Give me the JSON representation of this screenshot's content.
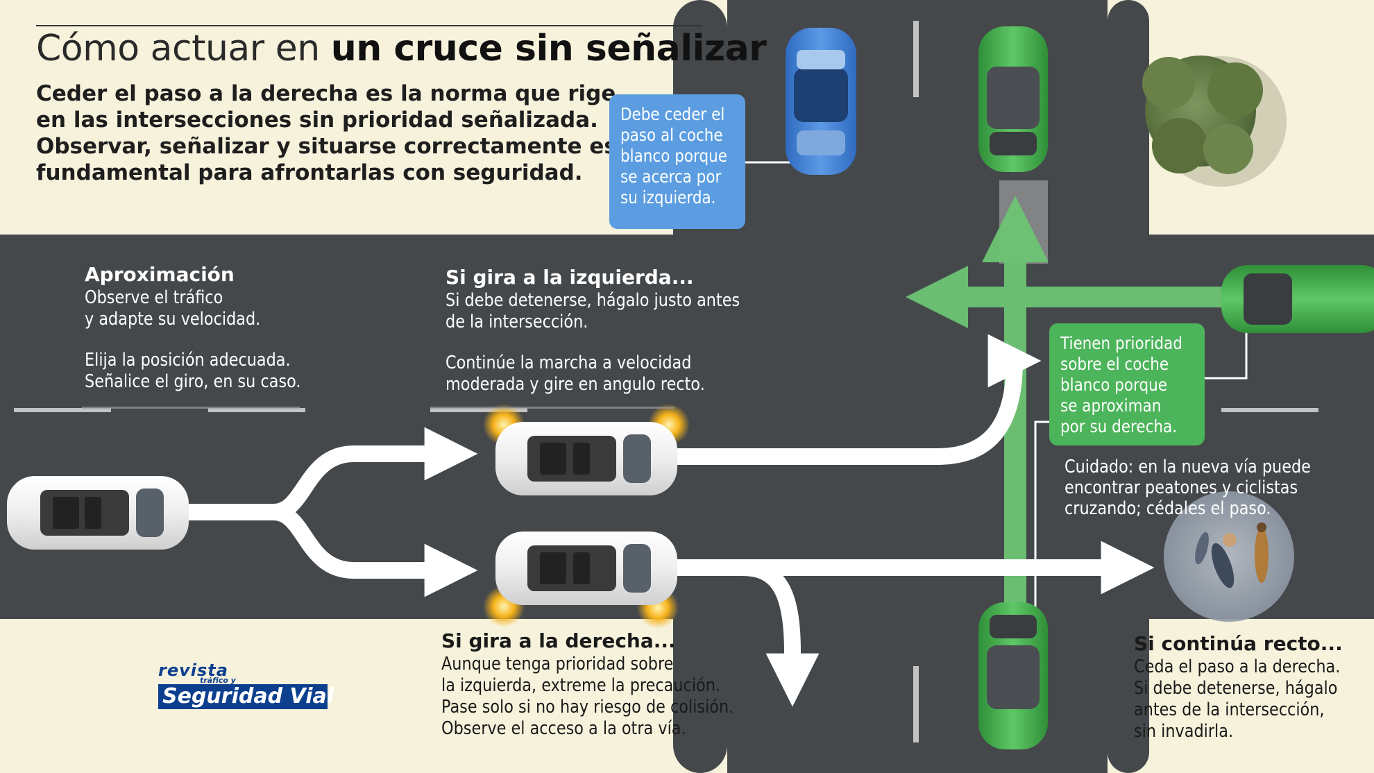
{
  "title": {
    "regular": "Cómo actuar en ",
    "bold": "un cruce sin señalizar"
  },
  "lead": [
    "Ceder el paso a la derecha es la norma que rige",
    "en las intersecciones sin prioridad señalizada.",
    "Observar, señalizar y situarse correctamente es",
    "fundamental para afrontarlas con seguridad."
  ],
  "approach": {
    "heading": "Aproximación",
    "lines": [
      "Observe el tráfico",
      "y adapte su velocidad.",
      "",
      "Elija la posición adecuada.",
      "Señalice el giro, en su caso."
    ]
  },
  "left_turn": {
    "heading": "Si gira a la izquierda...",
    "lines": [
      "Si debe detenerse, hágalo justo antes",
      "de la intersección.",
      "",
      "Continúe la marcha a velocidad",
      "moderada y gire en angulo recto."
    ]
  },
  "right_turn": {
    "heading": "Si gira a la derecha...",
    "lines": [
      "Aunque tenga prioridad sobre",
      "la izquierda, extreme la precaución.",
      "Pase solo si no hay riesgo de colisión.",
      "Observe el acceso a la otra vía."
    ]
  },
  "straight": {
    "heading": "Si continúa recto...",
    "lines": [
      "Ceda el paso a la derecha.",
      "Si debe detenerse, hágalo",
      "antes de la intersección,",
      "sin invadirla."
    ]
  },
  "callout_blue": {
    "lines": [
      "Debe ceder el",
      "paso al coche",
      "blanco porque",
      "se acerca por",
      "su izquierda."
    ]
  },
  "callout_green": {
    "lines": [
      "Tienen prioridad",
      "sobre el coche",
      "blanco porque",
      "se aproximan",
      "por su derecha."
    ]
  },
  "caution": {
    "lines": [
      "Cuidado: en la nueva vía puede",
      "encontrar peatones y ciclistas",
      "cruzando; cédales el paso."
    ]
  },
  "logo": {
    "top": "revista",
    "sub": "tráfico y",
    "main": "Seguridad Vial"
  },
  "colors": {
    "asphalt": "#45484b",
    "cream": "#f6f2dc",
    "white_car": "#f4f4f4",
    "blue_car": "#3f7fd2",
    "green_car": "#45ad4c",
    "arrow_green": "#6cc474",
    "callout_blue": "#5b9de0",
    "callout_green": "#4cb45a",
    "logo_blue": "#0d3f8f",
    "indicator": "#f6b21a"
  }
}
